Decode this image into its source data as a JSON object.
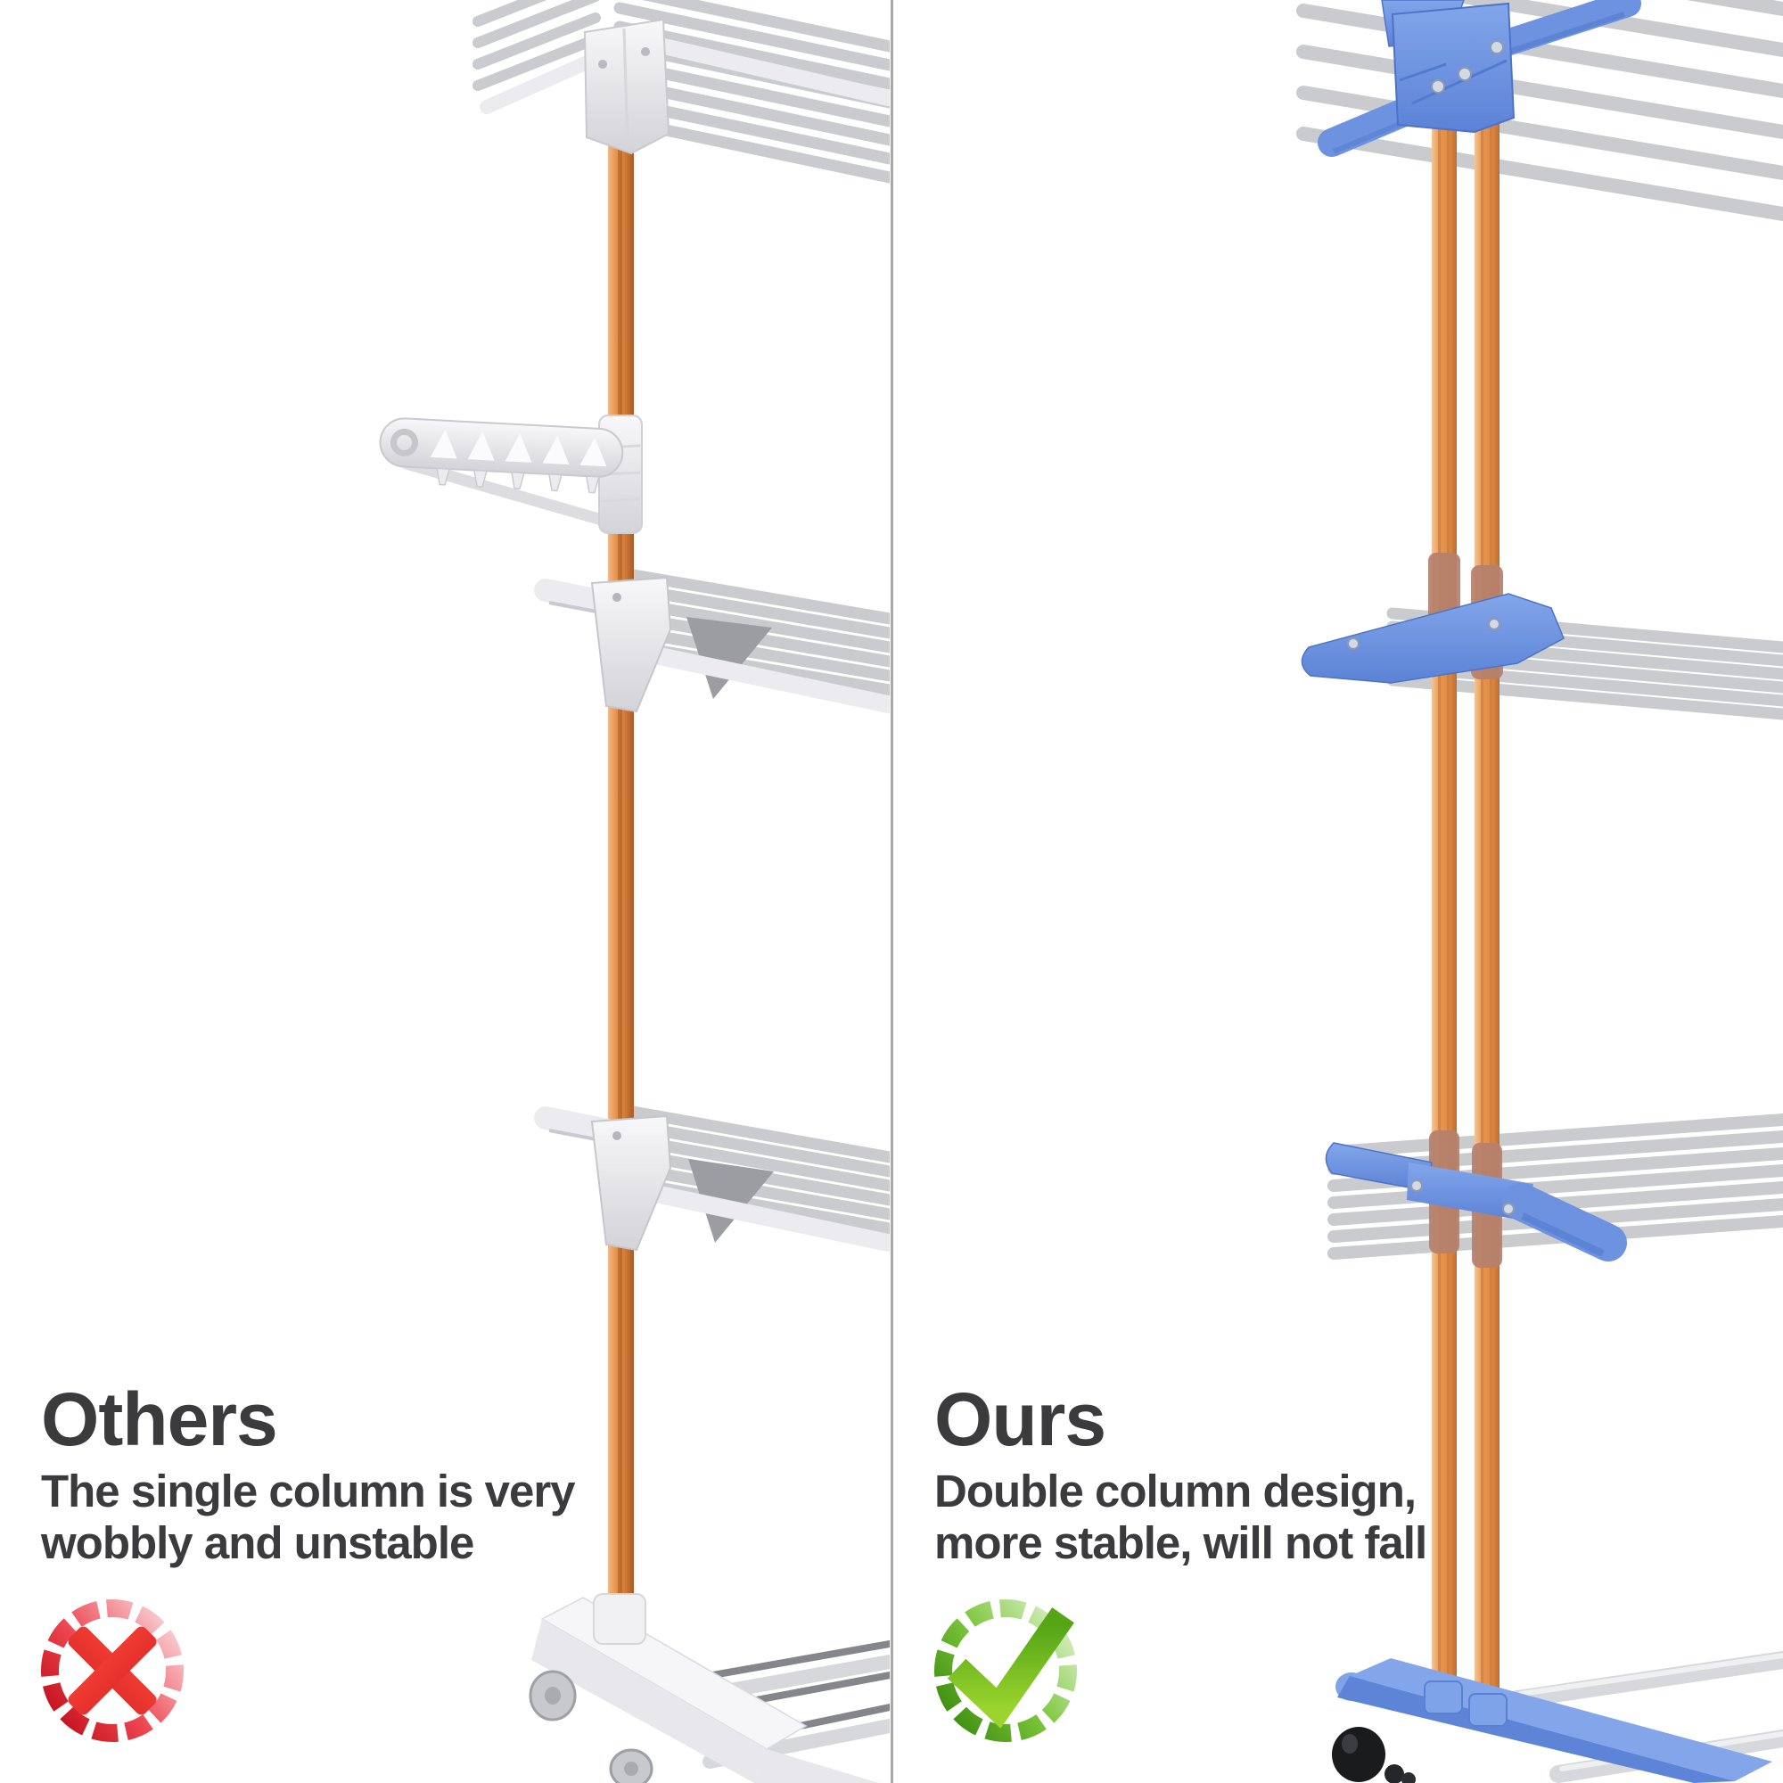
{
  "left_panel": {
    "title": "Others",
    "description": [
      "The single column is very",
      "wobbly and unstable"
    ],
    "verdict_icon": "cross-icon",
    "rack_style": "single orange column, white plastic joints, gray bars"
  },
  "right_panel": {
    "title": "Ours",
    "description": [
      "Double column design,",
      "more stable, will not fall"
    ],
    "verdict_icon": "check-icon",
    "rack_style": "double orange columns, blue plastic joints, gray bars"
  },
  "colors": {
    "background": "#ffffff",
    "text": "#3b3b3d",
    "divider": "#a9a9a9",
    "pole-orange": "#e8964f",
    "pole-orange-dark": "#b96a33",
    "bar-gray": "#c9cbce",
    "white-plastic": "#ececf0",
    "white-plastic-shade": "#d3d3d8",
    "blue-plastic": "#6c92e0",
    "blue-plastic-dark": "#4d73c9",
    "blue-plastic-light": "#83a6ea",
    "sleeve-brown": "#b5806d",
    "wheel-gray": "#c8c9cd",
    "wheel-black": "#1a1b1d",
    "cross-red": "#e5302c",
    "cross-red-dark": "#c3111c",
    "cross-red-light": "#f7ccd0",
    "check-green": "#6fbf1f",
    "check-green-dark": "#3c8d10",
    "check-green-light": "#d2edbb"
  }
}
